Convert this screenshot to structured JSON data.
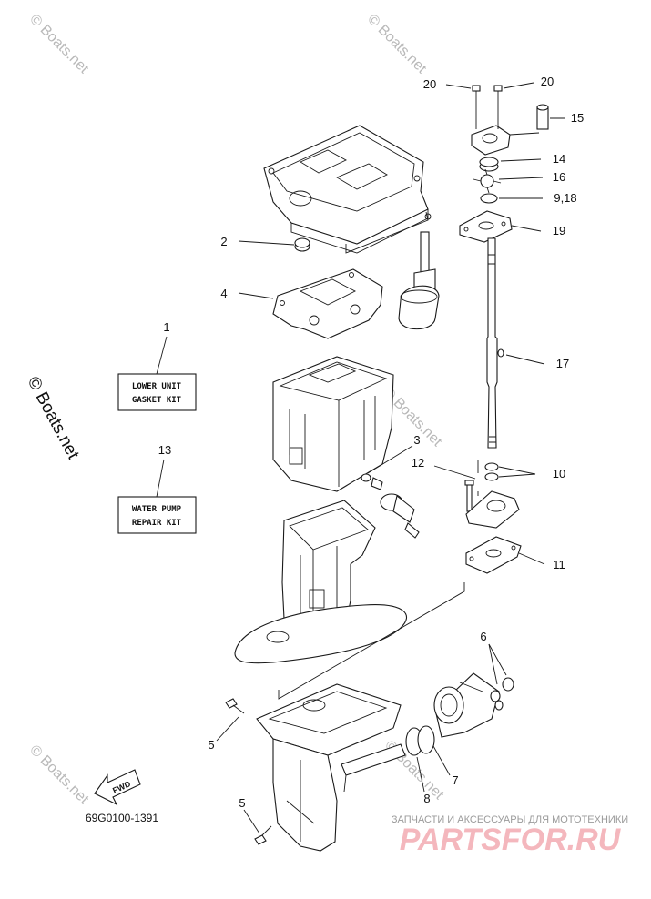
{
  "watermark": {
    "text": "© Boats.net"
  },
  "kits": [
    {
      "callout": "1",
      "line1": "LOWER UNIT",
      "line2": "GASKET KIT"
    },
    {
      "callout": "13",
      "line1": "WATER PUMP",
      "line2": "REPAIR KIT"
    }
  ],
  "callouts": {
    "c2": "2",
    "c3": "3",
    "c4": "4",
    "c5a": "5",
    "c5b": "5",
    "c6": "6",
    "c7": "7",
    "c8": "8",
    "c9": "9,18",
    "c10": "10",
    "c11": "11",
    "c12": "12",
    "c14": "14",
    "c15": "15",
    "c16": "16",
    "c17": "17",
    "c19": "19",
    "c20a": "20",
    "c20b": "20"
  },
  "fwd_label": "FWD",
  "diagram_code": "69G0100-1391",
  "brand": {
    "tagline": "ЗАПЧАСТИ И АКСЕССУАРЫ ДЛЯ МОТОТЕХНИКИ",
    "name": "PARTSFOR.RU"
  },
  "colors": {
    "line": "#1a1a1a",
    "watermark": "#b9b9b9",
    "brand": "#f4b7bd"
  }
}
